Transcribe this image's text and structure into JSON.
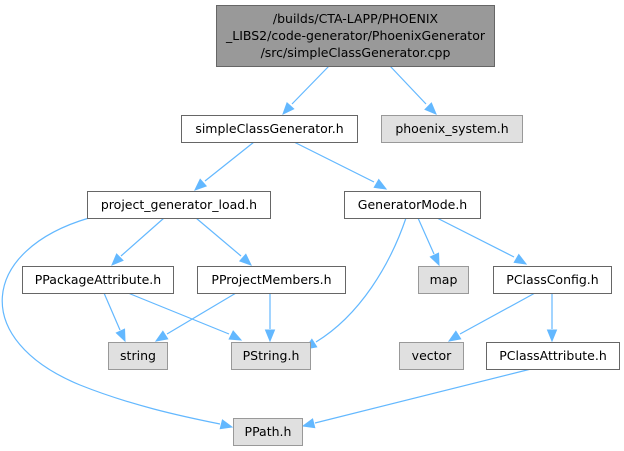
{
  "diagram": {
    "type": "include-dependency-graph",
    "colors": {
      "edge": "#63b8ff",
      "root_fill": "#999999",
      "root_border": "#666666",
      "local_fill": "#ffffff",
      "local_border": "#666666",
      "external_fill": "#e0e0e0",
      "external_border": "#999999"
    },
    "nodes": [
      {
        "id": "root",
        "kind": "root",
        "lines": [
          "/builds/CTA-LAPP/PHOENIX",
          "_LIBS2/code-generator/PhoenixGenerator",
          "/src/simpleClassGenerator.cpp"
        ]
      },
      {
        "id": "simpleClassGenerator_h",
        "kind": "local",
        "lines": [
          "simpleClassGenerator.h"
        ]
      },
      {
        "id": "phoenix_system_h",
        "kind": "external",
        "lines": [
          "phoenix_system.h"
        ]
      },
      {
        "id": "project_generator_load_h",
        "kind": "local",
        "lines": [
          "project_generator_load.h"
        ]
      },
      {
        "id": "GeneratorMode_h",
        "kind": "local",
        "lines": [
          "GeneratorMode.h"
        ]
      },
      {
        "id": "PPackageAttribute_h",
        "kind": "local",
        "lines": [
          "PPackageAttribute.h"
        ]
      },
      {
        "id": "PProjectMembers_h",
        "kind": "local",
        "lines": [
          "PProjectMembers.h"
        ]
      },
      {
        "id": "map",
        "kind": "external",
        "lines": [
          "map"
        ]
      },
      {
        "id": "PClassConfig_h",
        "kind": "local",
        "lines": [
          "PClassConfig.h"
        ]
      },
      {
        "id": "string",
        "kind": "external",
        "lines": [
          "string"
        ]
      },
      {
        "id": "PString_h",
        "kind": "external",
        "lines": [
          "PString.h"
        ]
      },
      {
        "id": "vector",
        "kind": "external",
        "lines": [
          "vector"
        ]
      },
      {
        "id": "PClassAttribute_h",
        "kind": "local",
        "lines": [
          "PClassAttribute.h"
        ]
      },
      {
        "id": "PPath_h",
        "kind": "external",
        "lines": [
          "PPath.h"
        ]
      }
    ],
    "edges": [
      {
        "from": "root",
        "to": "simpleClassGenerator_h"
      },
      {
        "from": "root",
        "to": "phoenix_system_h"
      },
      {
        "from": "simpleClassGenerator_h",
        "to": "project_generator_load_h"
      },
      {
        "from": "simpleClassGenerator_h",
        "to": "GeneratorMode_h"
      },
      {
        "from": "project_generator_load_h",
        "to": "PPackageAttribute_h"
      },
      {
        "from": "project_generator_load_h",
        "to": "PProjectMembers_h"
      },
      {
        "from": "project_generator_load_h",
        "to": "PPath_h"
      },
      {
        "from": "GeneratorMode_h",
        "to": "PString_h"
      },
      {
        "from": "GeneratorMode_h",
        "to": "map"
      },
      {
        "from": "GeneratorMode_h",
        "to": "PClassConfig_h"
      },
      {
        "from": "PPackageAttribute_h",
        "to": "string"
      },
      {
        "from": "PPackageAttribute_h",
        "to": "PString_h"
      },
      {
        "from": "PProjectMembers_h",
        "to": "string"
      },
      {
        "from": "PProjectMembers_h",
        "to": "PString_h"
      },
      {
        "from": "PClassConfig_h",
        "to": "vector"
      },
      {
        "from": "PClassConfig_h",
        "to": "PClassAttribute_h"
      },
      {
        "from": "PClassAttribute_h",
        "to": "PPath_h"
      }
    ]
  }
}
